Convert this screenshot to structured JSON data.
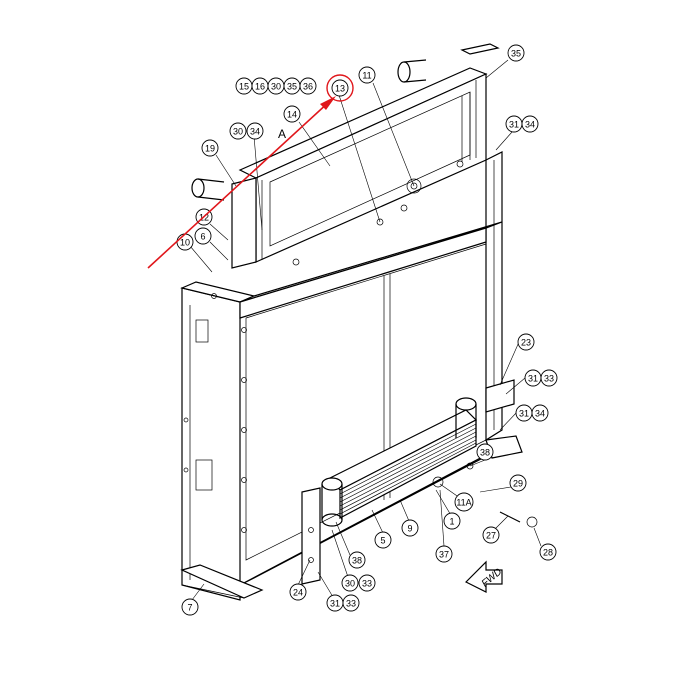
{
  "diagram": {
    "view_label": "A",
    "direction_label": "FWD",
    "highlighted_callout": "13",
    "annotation_color": "#e0161b",
    "callouts": [
      {
        "id": "c15",
        "label": "15"
      },
      {
        "id": "c16",
        "label": "16"
      },
      {
        "id": "c30a",
        "label": "30"
      },
      {
        "id": "c35a",
        "label": "35"
      },
      {
        "id": "c36",
        "label": "36"
      },
      {
        "id": "c13",
        "label": "13"
      },
      {
        "id": "c11",
        "label": "11"
      },
      {
        "id": "c35b",
        "label": "35"
      },
      {
        "id": "c14",
        "label": "14"
      },
      {
        "id": "c30b",
        "label": "30"
      },
      {
        "id": "c34a",
        "label": "34"
      },
      {
        "id": "c19",
        "label": "19"
      },
      {
        "id": "c31a",
        "label": "31"
      },
      {
        "id": "c34b",
        "label": "34"
      },
      {
        "id": "c12",
        "label": "12"
      },
      {
        "id": "c10",
        "label": "10"
      },
      {
        "id": "c6",
        "label": "6"
      },
      {
        "id": "c23",
        "label": "23"
      },
      {
        "id": "c31b",
        "label": "31"
      },
      {
        "id": "c33a",
        "label": "33"
      },
      {
        "id": "c31c",
        "label": "31"
      },
      {
        "id": "c34c",
        "label": "34"
      },
      {
        "id": "c38a",
        "label": "38"
      },
      {
        "id": "c29",
        "label": "29"
      },
      {
        "id": "c11A",
        "label": "11A"
      },
      {
        "id": "c1",
        "label": "1"
      },
      {
        "id": "c9",
        "label": "9"
      },
      {
        "id": "c5",
        "label": "5"
      },
      {
        "id": "c27",
        "label": "27"
      },
      {
        "id": "c28",
        "label": "28"
      },
      {
        "id": "c37",
        "label": "37"
      },
      {
        "id": "c38b",
        "label": "38"
      },
      {
        "id": "c30c",
        "label": "30"
      },
      {
        "id": "c33b",
        "label": "33"
      },
      {
        "id": "c24",
        "label": "24"
      },
      {
        "id": "c31d",
        "label": "31"
      },
      {
        "id": "c33c",
        "label": "33"
      },
      {
        "id": "c7",
        "label": "7"
      }
    ]
  }
}
